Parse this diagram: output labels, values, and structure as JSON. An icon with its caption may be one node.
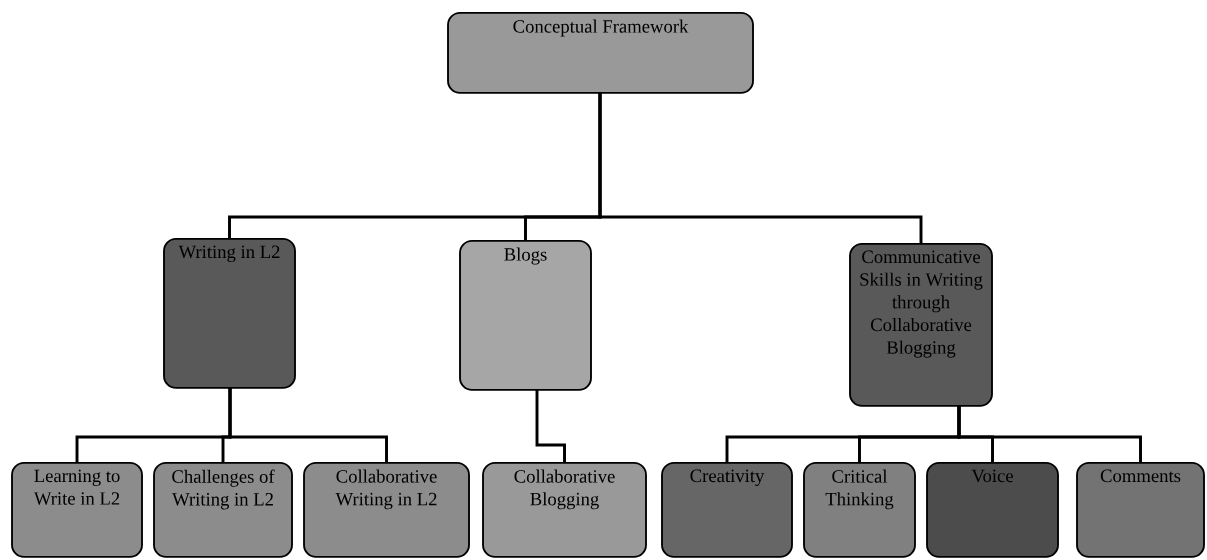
{
  "diagram": {
    "nodes": [
      {
        "text": [
          "Conceptual Framework"
        ]
      },
      {
        "text": [
          "Writing in L2"
        ]
      },
      {
        "text": [
          "Blogs"
        ]
      },
      {
        "text": [
          "Communicative Skills in Writing through Collaborative Blogging"
        ]
      },
      {
        "text": [
          "Learning to Write in L2"
        ]
      },
      {
        "text": [
          "Challenges of Writing in L2"
        ]
      },
      {
        "text": [
          "Collaborative Writing in L2"
        ]
      },
      {
        "text": [
          "Collaborative Blogging"
        ]
      },
      {
        "text": [
          "Creativity"
        ]
      },
      {
        "text": [
          "Critical Thinking"
        ]
      },
      {
        "text": [
          "Voice"
        ]
      },
      {
        "text": [
          "Comments"
        ]
      }
    ],
    "edges": [
      {
        "from": 0,
        "to": 1,
        "arrow": "none"
      },
      {
        "from": 0,
        "to": 2,
        "arrow": "none"
      },
      {
        "from": 0,
        "to": 3,
        "arrow": "none"
      },
      {
        "from": 1,
        "to": 4,
        "arrow": "none"
      },
      {
        "from": 1,
        "to": 5,
        "arrow": "none"
      },
      {
        "from": 1,
        "to": 6,
        "arrow": "none"
      },
      {
        "from": 2,
        "to": 7,
        "arrow": "none"
      },
      {
        "from": 3,
        "to": 8,
        "arrow": "none"
      },
      {
        "from": 3,
        "to": 9,
        "arrow": "none"
      },
      {
        "from": 3,
        "to": 10,
        "arrow": "none"
      },
      {
        "from": 3,
        "to": 11,
        "arrow": "none"
      }
    ]
  }
}
